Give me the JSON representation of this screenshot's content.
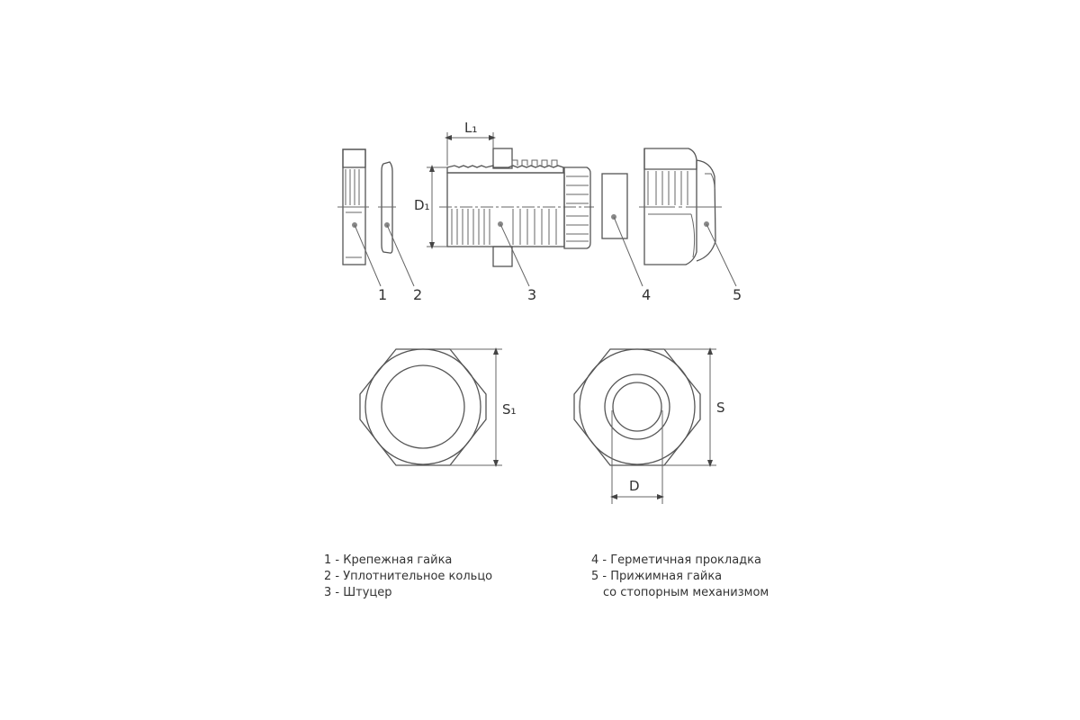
{
  "diagram": {
    "dimensions": {
      "L1": "L₁",
      "D1": "D₁",
      "S1": "S₁",
      "S": "S",
      "D": "D"
    },
    "callouts": [
      "1",
      "2",
      "3",
      "4",
      "5"
    ]
  },
  "legend": {
    "left": [
      "1 - Крепежная гайка",
      "2 - Уплотнительное кольцо",
      "3 - Штуцер"
    ],
    "right": [
      "4 - Герметичная прокладка",
      "5 - Прижимная гайка",
      "со стопорным механизмом"
    ]
  },
  "colors": {
    "line": "#555555",
    "hatch": "#777777",
    "background": "#ffffff"
  }
}
